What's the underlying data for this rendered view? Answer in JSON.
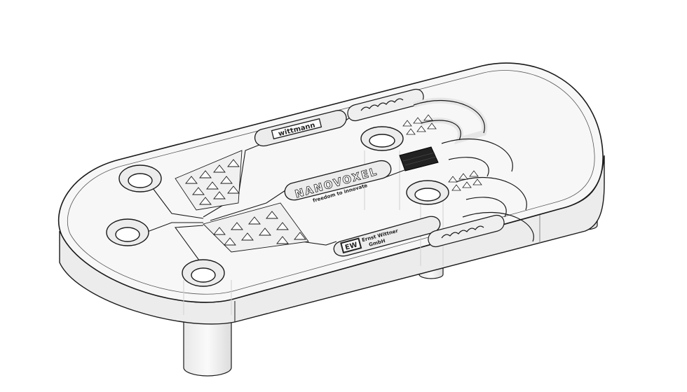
{
  "figure": {
    "subject": "microfluidic-chip-cad-render",
    "colors": {
      "background": "#ffffff",
      "outline": "#1a1a1a",
      "body": "#f4f4f4",
      "shade": "#e2e2e2",
      "dark": "#222222"
    }
  },
  "engravings": {
    "left_label": "wittmann",
    "center_logo": "NANOVOXEL",
    "center_tagline": "freedom to innovate",
    "bottom_logo": "EW",
    "bottom_label_line1": "Ernst Wittner",
    "bottom_label_line2": "GmbH"
  }
}
